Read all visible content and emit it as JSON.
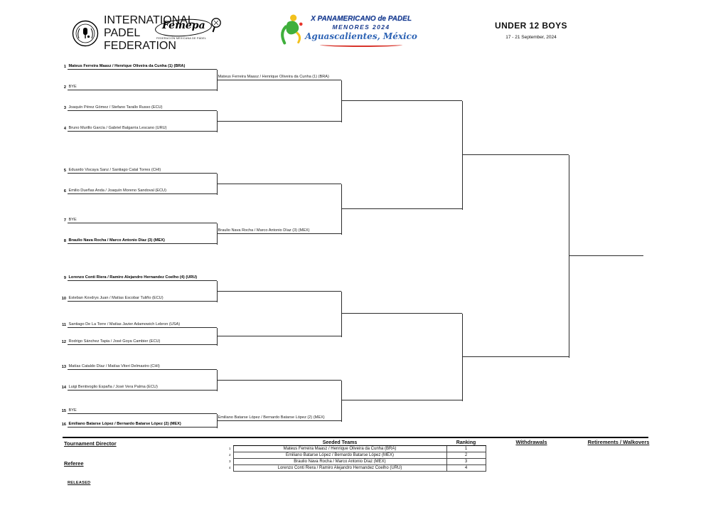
{
  "header": {
    "ipf": {
      "line1": "INTERNATIONAL",
      "line2": "PADEL",
      "line3": "FEDERATION"
    },
    "femepa": {
      "name": "Femepa",
      "subtext": "FEDERACIÓN MEXICANA DE PÁDEL"
    },
    "event": {
      "title": "X PANAMERICANO de PADEL",
      "subtitle": "MENORES 2024",
      "location": "Aguascalientes, México"
    },
    "category": "UNDER 12 BOYS",
    "dates": "17 - 21 September, 2024"
  },
  "bracket": {
    "round1": [
      {
        "seed": true,
        "name": "Mateus Ferreira Maasz / Henrique Oliveira da Cunha (1) (BRA)"
      },
      {
        "seed": false,
        "name": "BYE"
      },
      {
        "seed": false,
        "name": "Joaquín  Pérez Gómez / Stefano Tarallo Russo (ECU)"
      },
      {
        "seed": false,
        "name": "Bruno  Murillo García / Gabriel  Balgarria Lescano (URU)"
      },
      {
        "seed": false,
        "name": "Eduardo  Viscaya Sanz / Santiago  Catal Torres (CHI)"
      },
      {
        "seed": false,
        "name": "Emilio  Dueñas Anda / Joaquín Moreno Sandoval (ECU)"
      },
      {
        "seed": false,
        "name": "BYE"
      },
      {
        "seed": true,
        "name": "Braulio Nava Rocha / Marco Antonio Díaz (3) (MEX)"
      },
      {
        "seed": true,
        "name": "Lorenzo  Conti Riera / Ramiro Alejandro Hernandez  Coelho (4) (URU)"
      },
      {
        "seed": false,
        "name": "Esteban  Kovdrys Juan / Matías  Escobar Tuliño (ECU)"
      },
      {
        "seed": false,
        "name": "Santiago De La Torre / Matías Javier Adamowich Lebron (USA)"
      },
      {
        "seed": false,
        "name": "Rodrigo  Sánchez Tapia / José Goya Cambier (ECU)"
      },
      {
        "seed": false,
        "name": "Matías Cataldo Díaz / Matías Viteri Delmastro (CHI)"
      },
      {
        "seed": false,
        "name": "Luigi Bentivoglio España / José  Vera Palma (ECU)"
      },
      {
        "seed": false,
        "name": "BYE"
      },
      {
        "seed": true,
        "name": "Emiliano Batarse López / Bernardo Batarse López (2) (MEX)"
      }
    ],
    "round2": [
      "Mateus Ferreira Maasz / Henrique Oliveira da Cunha (1) (BRA)",
      "",
      "",
      "Braulio Nava Rocha / Marco Antonio Díaz (3) (MEX)",
      "",
      "",
      "",
      "Emiliano Batarse López / Bernardo Batarse López (2) (MEX)"
    ]
  },
  "footer": {
    "tournament_director_label": "Tournament Director",
    "referee_label": "Referee",
    "released_label": "RELEASED",
    "withdrawals_label": "Withdrawals",
    "retirements_label": "Retirements / Walkovers",
    "seeded_table": {
      "title": "Seeded Teams",
      "ranking_label": "Ranking",
      "rows": [
        {
          "idx": 1,
          "team": "Mateus Ferreira Maasz / Henrique Oliveira da Cunha (BRA)",
          "ranking": 1
        },
        {
          "idx": 2,
          "team": "Emiliano Batarse López / Bernardo Batarse López (MEX)",
          "ranking": 2
        },
        {
          "idx": 3,
          "team": "Braulio Nava Rocha / Marco Antonio Díaz (MEX)",
          "ranking": 3
        },
        {
          "idx": 4,
          "team": "Lorenzo  Conti Riera / Ramiro Alejandro Hernandez  Coelho (URU)",
          "ranking": 4
        }
      ]
    }
  },
  "colors": {
    "accent_blue": "#183a8d",
    "accent_red": "#d8342b",
    "accent_green": "#3faf3c",
    "accent_yellow": "#f2c11d",
    "line": "#2b2b2b"
  }
}
